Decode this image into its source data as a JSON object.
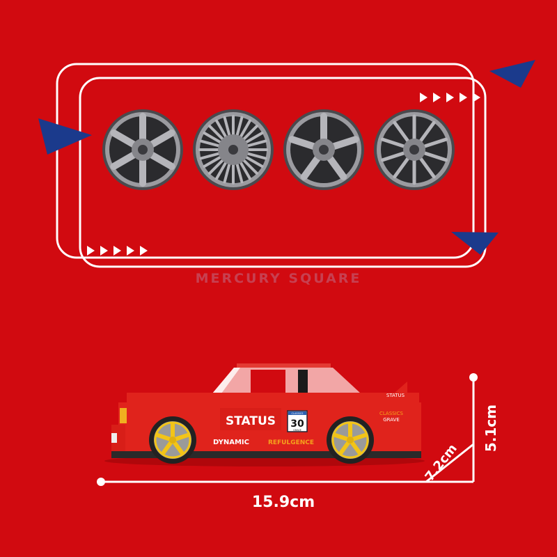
{
  "colors": {
    "background": "#d10a10",
    "accent_triangle": "#1b3a8c",
    "line": "#ffffff",
    "rim": "#7a7a7e",
    "car_body": "#e0231c",
    "wheel_yellow": "#f2c418"
  },
  "watermark": "MERCURY SQUARE",
  "wheels": [
    "six-spoke-rim",
    "turbine-rim",
    "star-mesh-rim",
    "split-spoke-rim"
  ],
  "car": {
    "door_label": "STATUS",
    "number_top": "CLASSICS",
    "number": "30",
    "number_bottom": "GRAVE",
    "sill_left": "DYNAMIC",
    "sill_right": "REFULGENCE",
    "rear_top": "STATUS",
    "rear_mid": "CLASSICS",
    "rear_bottom": "GRAVE"
  },
  "dimensions": {
    "length": "15.9cm",
    "width": "7.2cm",
    "height": "5.1cm"
  }
}
